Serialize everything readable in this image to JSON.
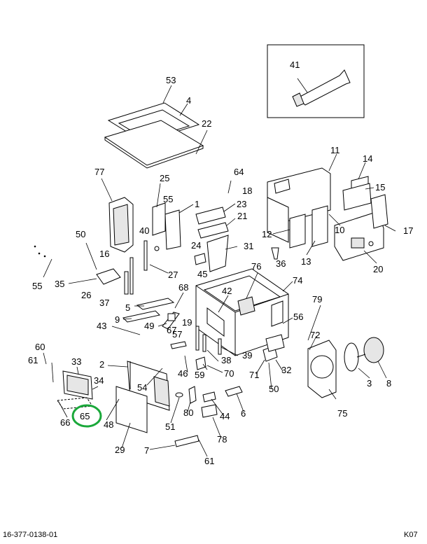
{
  "footer": {
    "doc_number": "16-377-0138-01",
    "page_code": "K07"
  },
  "highlight": {
    "callout": "65",
    "color": "#1aa83a"
  },
  "callouts": [
    "41",
    "53",
    "4",
    "22",
    "77",
    "25",
    "64",
    "11",
    "14",
    "18",
    "15",
    "55",
    "1",
    "23",
    "21",
    "12",
    "10",
    "17",
    "50",
    "40",
    "24",
    "31",
    "13",
    "20",
    "16",
    "36",
    "27",
    "45",
    "76",
    "74",
    "55",
    "35",
    "26",
    "37",
    "68",
    "42",
    "5",
    "9",
    "79",
    "56",
    "43",
    "49",
    "67",
    "57",
    "19",
    "72",
    "60",
    "33",
    "2",
    "61",
    "38",
    "39",
    "34",
    "54",
    "46",
    "59",
    "70",
    "71",
    "32",
    "50",
    "3",
    "8",
    "66",
    "65",
    "48",
    "51",
    "80",
    "44",
    "6",
    "75",
    "29",
    "78",
    "7",
    "61"
  ]
}
